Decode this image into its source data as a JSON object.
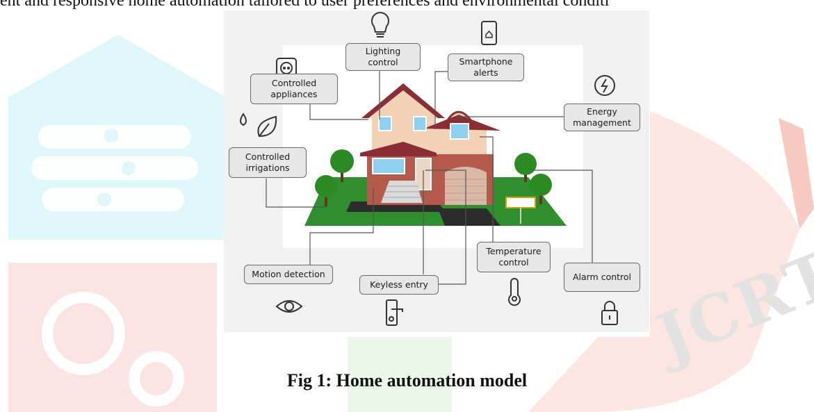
{
  "top_text": "ent and responsive home automation tailored to user preferences and environmental conditi",
  "labels": {
    "lighting": "Lighting control",
    "smartphone": "Smartphone alerts",
    "appliances": "Controlled appliances",
    "energy": "Energy management",
    "irrigation": "Controlled irrigations",
    "motion": "Motion detection",
    "keyless": "Keyless entry",
    "temperature": "Temperature control",
    "alarm": "Alarm control"
  },
  "watermark": "JCRT",
  "caption": "Fig 1: Home automation model",
  "colors": {
    "watermark_cyan": "#dff7fb",
    "watermark_pink": "#fbe3e3",
    "watermark_green": "#eaf7e8",
    "watermark_red": "#fde6e1",
    "roof": "#8b2d34",
    "siding": "#f3d1b6",
    "brick": "#b45a4b",
    "grass": "#2f8f2f",
    "label_bg": "#e7e7e7"
  }
}
